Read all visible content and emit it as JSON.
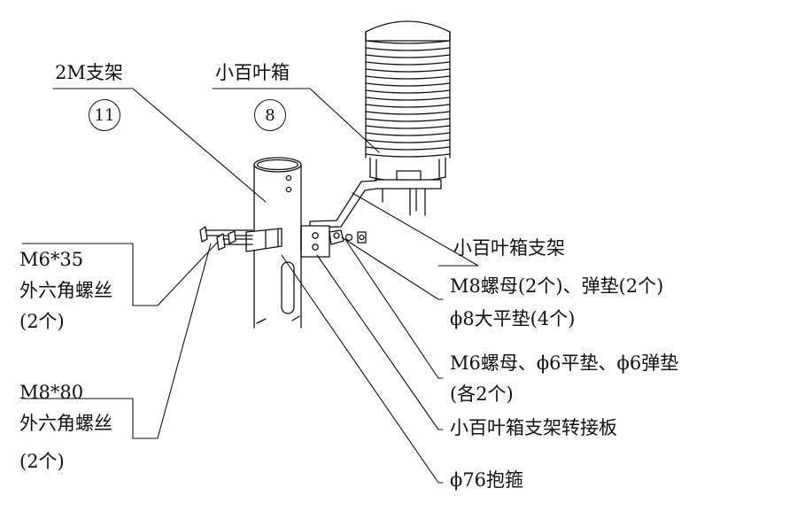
{
  "labels": {
    "bracket_2m": "2M支架",
    "num_2m": "11",
    "louver_box": "小百叶箱",
    "num_louver": "8",
    "m6_bolt_line1": "M6*35",
    "m6_bolt_line2": "外六角螺丝",
    "m6_bolt_line3": "(2个)",
    "m8_bolt_line1": "M8*80",
    "m8_bolt_line2": "外六角螺丝",
    "m8_bolt_line3": "(2个)",
    "louver_bracket": "小百叶箱支架",
    "m8_nut_line1": "M8螺母(2个)、弹垫(2个)",
    "m8_nut_line2": "ϕ8大平垫(4个)",
    "m6_nut_line1": "M6螺母、ϕ6平垫、ϕ6弹垫",
    "m6_nut_line2": "(各2个)",
    "adapter_plate": "小百叶箱支架转接板",
    "hoop": "ϕ76抱箍"
  },
  "colors": {
    "line": "#111111",
    "background": "#ffffff"
  }
}
